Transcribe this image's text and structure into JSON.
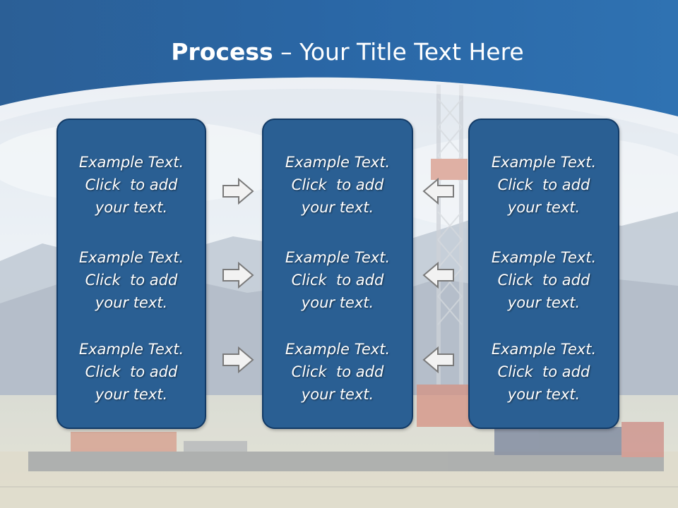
{
  "slide": {
    "title_bold": "Process",
    "title_rest": " – Your Title Text Here"
  },
  "columns": [
    {
      "items": [
        {
          "line1": "Example Text.",
          "line2": "Click  to add",
          "line3": "your text."
        },
        {
          "line1": "Example Text.",
          "line2": "Click  to add",
          "line3": "your text."
        },
        {
          "line1": "Example Text.",
          "line2": "Click  to add",
          "line3": "your text."
        }
      ]
    },
    {
      "items": [
        {
          "line1": "Example Text.",
          "line2": "Click  to add",
          "line3": "your text."
        },
        {
          "line1": "Example Text.",
          "line2": "Click  to add",
          "line3": "your text."
        },
        {
          "line1": "Example Text.",
          "line2": "Click  to add",
          "line3": "your text."
        }
      ]
    },
    {
      "items": [
        {
          "line1": "Example Text.",
          "line2": "Click  to add",
          "line3": "your text."
        },
        {
          "line1": "Example Text.",
          "line2": "Click  to add",
          "line3": "your text."
        },
        {
          "line1": "Example Text.",
          "line2": "Click  to add",
          "line3": "your text."
        }
      ]
    }
  ],
  "arrows": {
    "left_group": [
      "right-arrow-icon",
      "right-arrow-icon",
      "right-arrow-icon"
    ],
    "right_group": [
      "left-arrow-icon",
      "left-arrow-icon",
      "left-arrow-icon"
    ]
  },
  "colors": {
    "header_blue": "#2a66a3",
    "box_fill": "#2a5f93",
    "box_border": "#123a66",
    "arrow_fill": "#f2f2f2",
    "arrow_stroke": "#7a7a7a"
  }
}
